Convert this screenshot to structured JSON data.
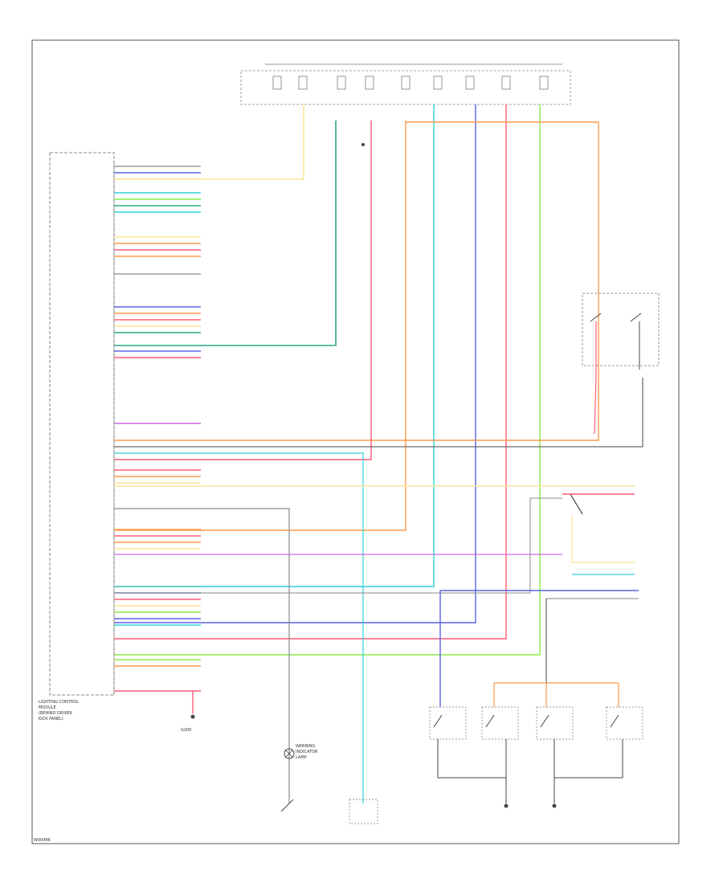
{
  "module_label": [
    "LIGHTING CONTROL",
    "MODULE",
    "(BEHIND DRIVER",
    "KICK PANEL)"
  ],
  "warning_indicator_label": [
    "WARNING",
    "INDICATOR",
    "LAMP"
  ],
  "ground_label": "G200",
  "footer_code": "W00486",
  "labels_note": "Most fine-print text in the screenshot is too blurred to read; only the clearly recognizable labels are reproduced.",
  "colors": {
    "red": "#ff5a7a",
    "blue": "#5a64e6",
    "cyan": "#33d0d6",
    "green": "#8be84a",
    "orange": "#ff9a4a",
    "yellow": "#ffe49a",
    "purple": "#c96be0",
    "teal": "#2aa98a",
    "gray": "#8a8a8a",
    "dark": "#444444"
  }
}
